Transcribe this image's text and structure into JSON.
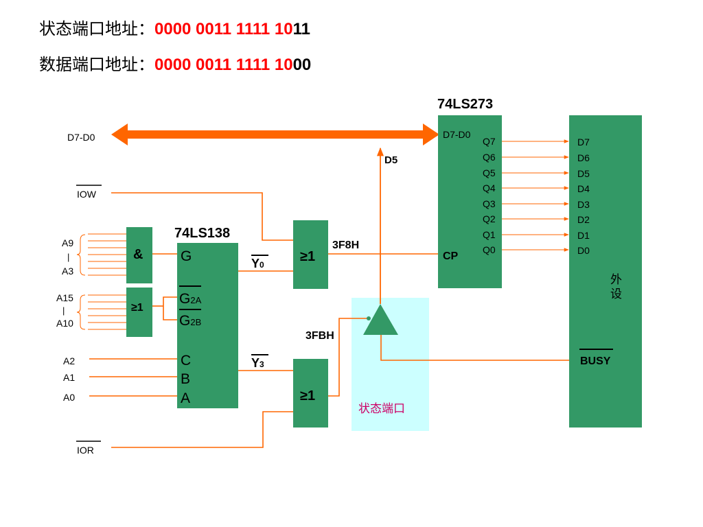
{
  "status_address": {
    "label": "状态端口地址：",
    "red": "0000 0011 1111 10",
    "black": "11"
  },
  "data_address": {
    "label": "数据端口地址：",
    "red": "0000 0011 1111 10",
    "black": "00"
  },
  "colors": {
    "chip": "#339966",
    "wire": "#ff6600",
    "status_port_bg": "#ccffff",
    "red_text": "#ff0000",
    "magenta_text": "#cc0066"
  },
  "bus": {
    "label": "D7-D0",
    "d5": "D5"
  },
  "signals": {
    "iow": "IOW",
    "ior": "IOR",
    "a9": "A9",
    "bar": "|",
    "a3": "A3",
    "a15": "A15",
    "a10": "A10",
    "a2": "A2",
    "a1": "A1",
    "a0": "A0"
  },
  "gates": {
    "and": "&",
    "or": "≥1"
  },
  "decoder": {
    "title": "74LS138",
    "pins_left": {
      "g": "G",
      "g2a_main": "G",
      "g2a_sub": "2A",
      "g2b_main": "G",
      "g2b_sub": "2B",
      "c": "C",
      "b": "B",
      "a": "A"
    },
    "y0_main": "Y",
    "y0_sub": "0",
    "y3_main": "Y",
    "y3_sub": "3"
  },
  "latch": {
    "title": "74LS273",
    "input": "D7-D0",
    "outputs": [
      "Q7",
      "Q6",
      "Q5",
      "Q4",
      "Q3",
      "Q2",
      "Q1",
      "Q0"
    ],
    "clock": "CP"
  },
  "addresses": {
    "data_port": "3F8H",
    "status_port": "3FBH"
  },
  "status_port_label": "状态端口",
  "peripheral": {
    "inputs": [
      "D7",
      "D6",
      "D5",
      "D4",
      "D3",
      "D2",
      "D1",
      "D0"
    ],
    "label_line1": "外",
    "label_line2": "设",
    "busy": "BUSY"
  }
}
